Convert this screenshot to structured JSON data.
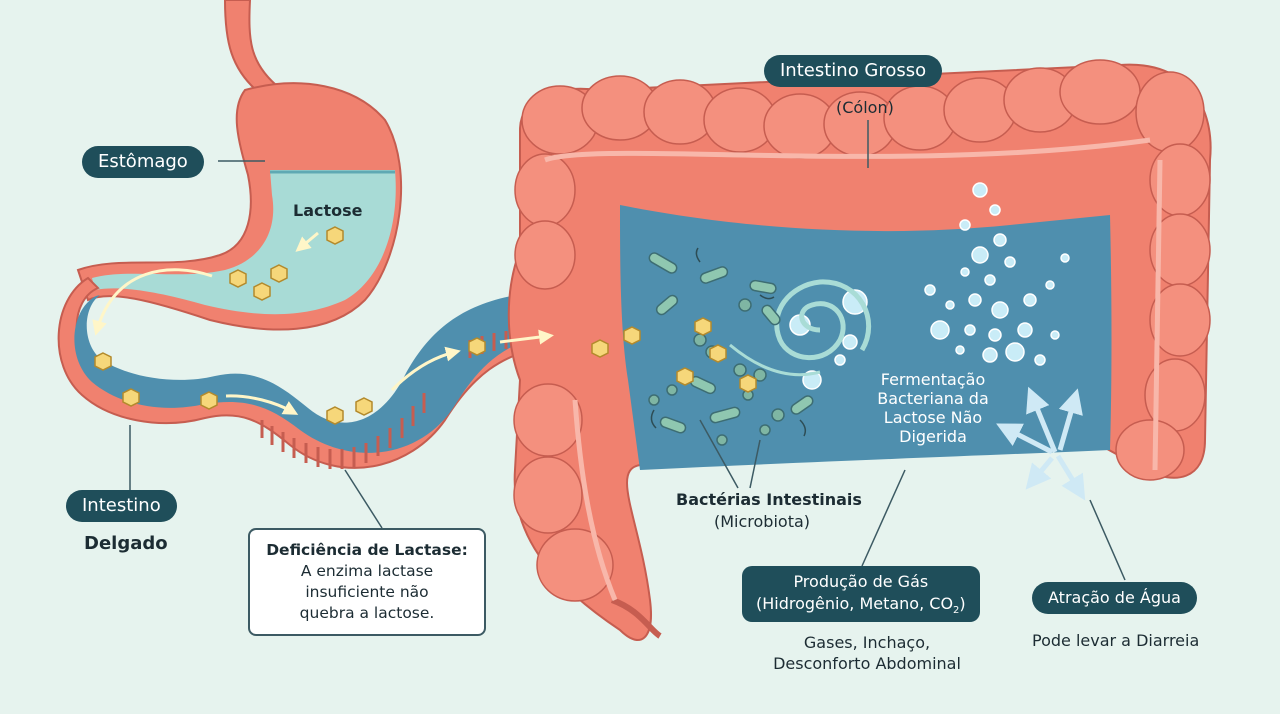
{
  "labels": {
    "estomago": "Estômago",
    "lactose": "Lactose",
    "intestino_delgado_line1": "Intestino",
    "intestino_delgado_line2": "Delgado",
    "intestino_grosso": "Intestino Grosso",
    "colon": "(Cólon)",
    "deficiencia_title": "Deficiência de Lactase:",
    "deficiencia_line1": "A enzima lactase",
    "deficiencia_line2": "insuficiente não",
    "deficiencia_line3": "quebra a lactose.",
    "fermentacao_line1": "Fermentação",
    "fermentacao_line2": "Bacteriana da",
    "fermentacao_line3": "Lactose Não",
    "fermentacao_line4": "Digerida",
    "bacterias_title": "Bactérias Intestinais",
    "bacterias_sub": "(Microbiota)",
    "gas_line1": "Produção de Gás",
    "gas_line2": "(Hidrogênio, Metano, CO",
    "gas_sub2": "2",
    "gas_close": ")",
    "gas_effects_line1": "Gases, Inchaço,",
    "gas_effects_line2": "Desconforto Abdominal",
    "agua": "Atração de Água",
    "agua_effect": "Pode levar a Diarreia"
  },
  "colors": {
    "background": "#e6f3ee",
    "tissue": "#f0816f",
    "tissue_light": "#f7a597",
    "lumen": "#4f8fae",
    "stomach_fluid": "#a8dbd6",
    "lactose_molecule": "#f6d77a",
    "label_pill": "#1f4e5a",
    "bubble": "#c9ecf7"
  },
  "icons": [
    "lactose-molecule-icon",
    "bacteria-icon",
    "gas-bubble-icon",
    "flow-arrow-icon",
    "water-arrow-icon"
  ]
}
